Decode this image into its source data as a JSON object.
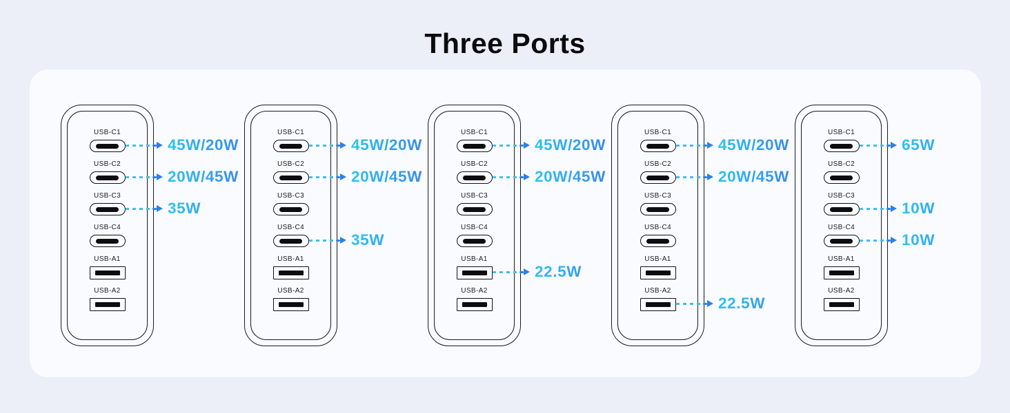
{
  "title": "Three Ports",
  "ports": [
    "USB-C1",
    "USB-C2",
    "USB-C3",
    "USB-C4",
    "USB-A1",
    "USB-A2"
  ],
  "chargers": [
    {
      "name": "charger-1",
      "annotations": [
        {
          "port": "USB-C1",
          "watt": "45W/20W"
        },
        {
          "port": "USB-C2",
          "watt": "20W/45W"
        },
        {
          "port": "USB-C3",
          "watt": "35W"
        }
      ]
    },
    {
      "name": "charger-2",
      "annotations": [
        {
          "port": "USB-C1",
          "watt": "45W/20W"
        },
        {
          "port": "USB-C2",
          "watt": "20W/45W"
        },
        {
          "port": "USB-C4",
          "watt": "35W"
        }
      ]
    },
    {
      "name": "charger-3",
      "annotations": [
        {
          "port": "USB-C1",
          "watt": "45W/20W"
        },
        {
          "port": "USB-C2",
          "watt": "20W/45W"
        },
        {
          "port": "USB-A1",
          "watt": "22.5W"
        }
      ]
    },
    {
      "name": "charger-4",
      "annotations": [
        {
          "port": "USB-C1",
          "watt": "45W/20W"
        },
        {
          "port": "USB-C2",
          "watt": "20W/45W"
        },
        {
          "port": "USB-A2",
          "watt": "22.5W"
        }
      ]
    },
    {
      "name": "charger-5",
      "annotations": [
        {
          "port": "USB-C1",
          "watt": "65W"
        },
        {
          "port": "USB-C3",
          "watt": "10W"
        },
        {
          "port": "USB-C4",
          "watt": "10W"
        }
      ]
    }
  ],
  "colors": {
    "page_bg": "#ECEEF8",
    "card_bg": "#FAFBFE",
    "outline": "#1A1A1E",
    "accent_gradient_start": "#2BC3F1",
    "accent_gradient_end": "#3E71E7",
    "dash_line": "#41BDEC",
    "arrow_head": "#2C80E9",
    "title_color": "#0C0C0E"
  }
}
